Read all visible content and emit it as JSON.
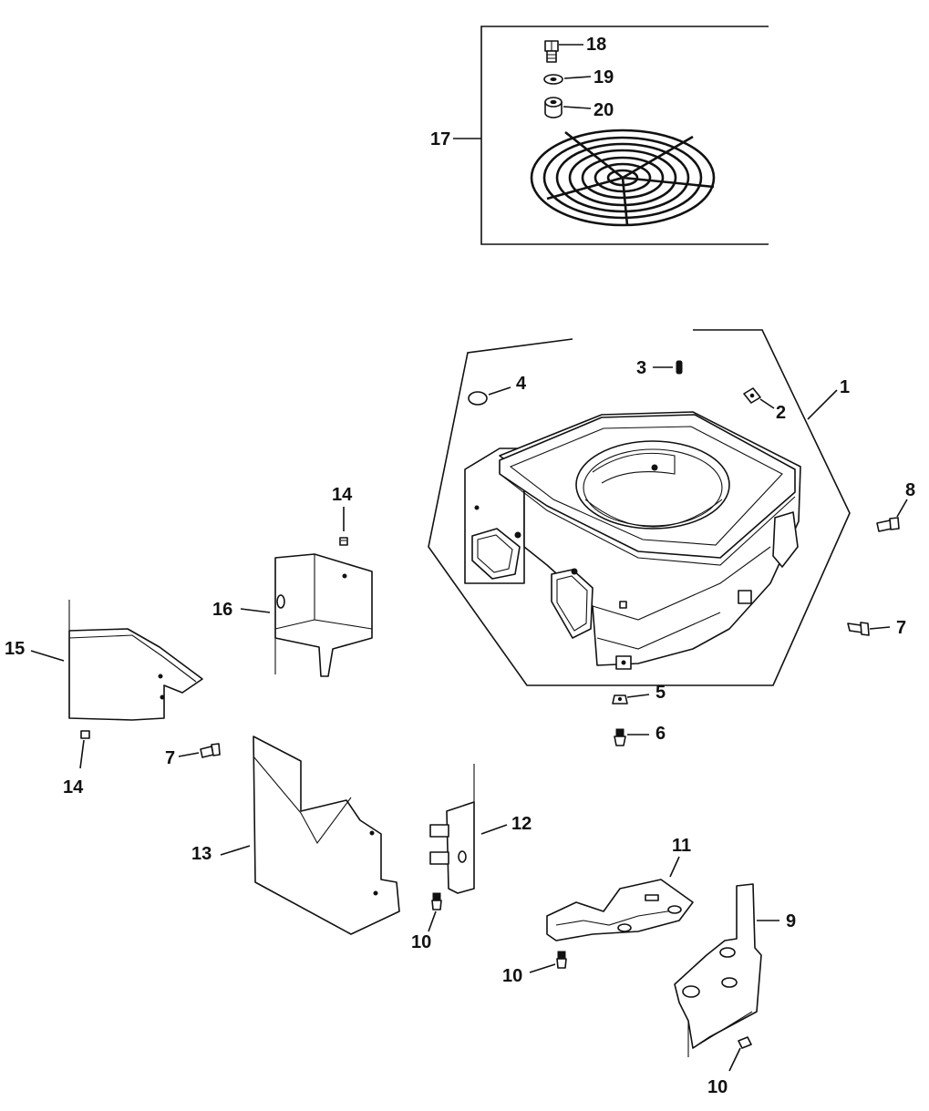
{
  "title": "",
  "callouts": [
    {
      "id": "c1",
      "label": "1"
    },
    {
      "id": "c2",
      "label": "2"
    },
    {
      "id": "c3",
      "label": "3"
    },
    {
      "id": "c4",
      "label": "4"
    },
    {
      "id": "c5",
      "label": "5"
    },
    {
      "id": "c6",
      "label": "6"
    },
    {
      "id": "c7a",
      "label": "7"
    },
    {
      "id": "c7b",
      "label": "7"
    },
    {
      "id": "c8",
      "label": "8"
    },
    {
      "id": "c9",
      "label": "9"
    },
    {
      "id": "c10a",
      "label": "10"
    },
    {
      "id": "c10b",
      "label": "10"
    },
    {
      "id": "c10c",
      "label": "10"
    },
    {
      "id": "c11",
      "label": "11"
    },
    {
      "id": "c12",
      "label": "12"
    },
    {
      "id": "c13",
      "label": "13"
    },
    {
      "id": "c14a",
      "label": "14"
    },
    {
      "id": "c14b",
      "label": "14"
    },
    {
      "id": "c15",
      "label": "15"
    },
    {
      "id": "c16",
      "label": "16"
    },
    {
      "id": "c17",
      "label": "17"
    },
    {
      "id": "c18",
      "label": "18"
    },
    {
      "id": "c19",
      "label": "19"
    },
    {
      "id": "c20",
      "label": "20"
    }
  ]
}
